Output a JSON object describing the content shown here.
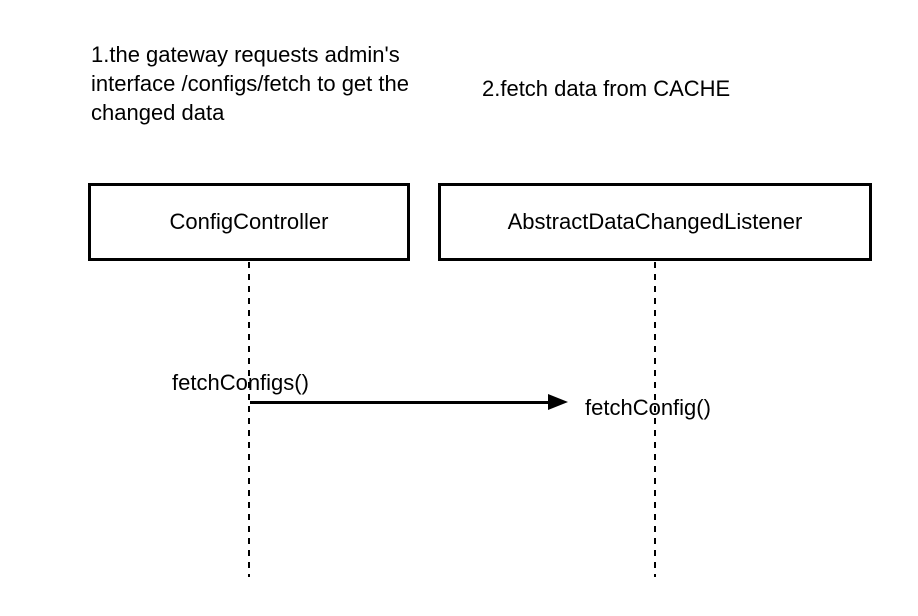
{
  "diagram": {
    "type": "sequence-diagram",
    "background_color": "#ffffff",
    "stroke_color": "#000000",
    "text_color": "#000000"
  },
  "annotations": [
    {
      "id": "note-1",
      "text": "1.the gateway requests admin's\ninterface /configs/fetch to get the\nchanged data"
    },
    {
      "id": "note-2",
      "text": "2.fetch data from CACHE"
    }
  ],
  "participants": [
    {
      "id": "config-controller",
      "label": "ConfigController"
    },
    {
      "id": "abstract-data-changed-listener",
      "label": "AbstractDataChangedListener"
    }
  ],
  "messages": [
    {
      "id": "fetch-configs",
      "label": "fetchConfigs()",
      "from": "ConfigController",
      "to": "AbstractDataChangedListener",
      "arrow": "solid-filled-head"
    },
    {
      "id": "fetch-config",
      "label": "fetchConfig()"
    }
  ]
}
